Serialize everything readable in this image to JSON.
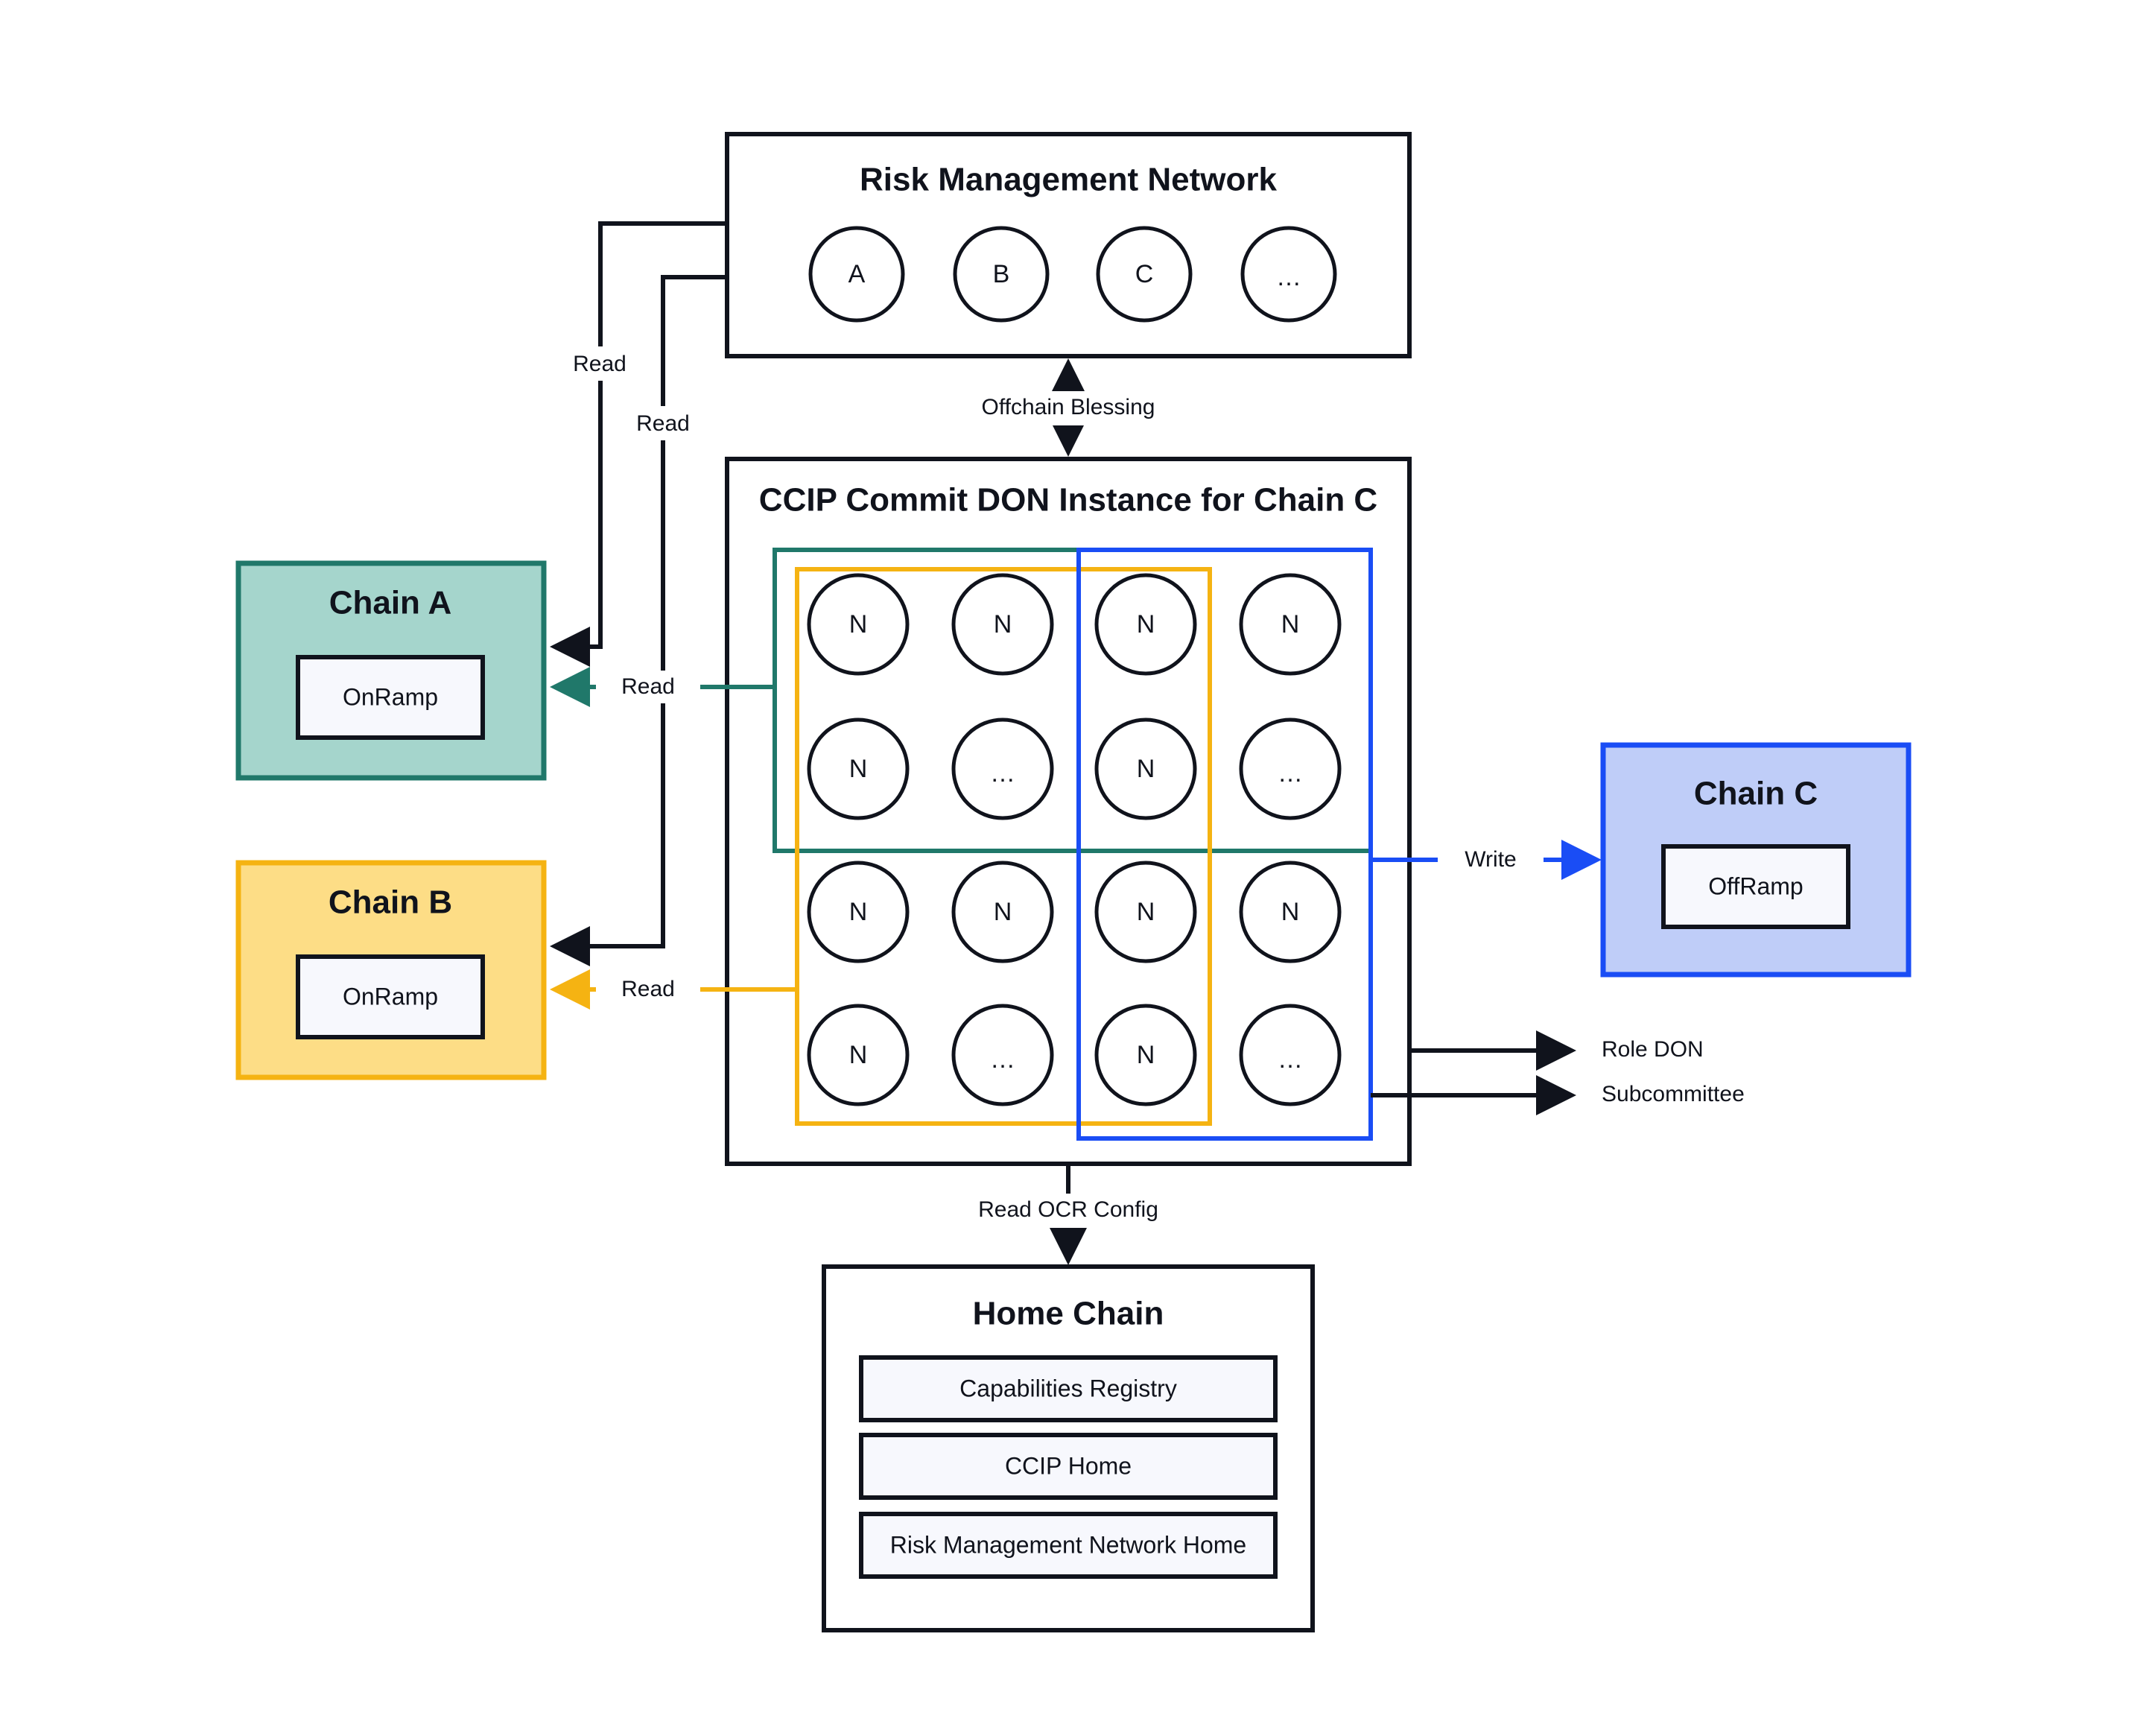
{
  "colors": {
    "ink": "#10131c",
    "chain_a_fill": "#a5d5cc",
    "chain_a_stroke": "#20786a",
    "chain_b_fill": "#fddd86",
    "chain_b_stroke": "#f5b312",
    "chain_c_fill": "#bfcdf8",
    "chain_c_stroke": "#1a4df5",
    "inner_fill": "#f7f8fd",
    "teal_group": "#20786a",
    "orange_group": "#f5b312",
    "blue_group": "#1a4df5"
  },
  "risk_management_network": {
    "title": "Risk Management Network",
    "nodes": [
      "A",
      "B",
      "C",
      "…"
    ]
  },
  "commit_don": {
    "title": "CCIP Commit DON Instance for Chain C",
    "node_rows": [
      [
        "N",
        "N",
        "N",
        "N"
      ],
      [
        "N",
        "…",
        "N",
        "…"
      ],
      [
        "N",
        "N",
        "N",
        "N"
      ],
      [
        "N",
        "…",
        "N",
        "…"
      ]
    ]
  },
  "chain_a": {
    "title": "Chain A",
    "contract": "OnRamp"
  },
  "chain_b": {
    "title": "Chain B",
    "contract": "OnRamp"
  },
  "chain_c": {
    "title": "Chain C",
    "contract": "OffRamp"
  },
  "home_chain": {
    "title": "Home Chain",
    "contracts": [
      "Capabilities Registry",
      "CCIP Home",
      "Risk Management Network Home"
    ]
  },
  "edges": {
    "read_rmn_to_chain_a": "Read",
    "read_rmn_to_chain_b": "Read",
    "offchain_blessing": "Offchain Blessing",
    "read_don_to_chain_a": "Read",
    "read_don_to_chain_b": "Read",
    "write_don_to_chain_c": "Write",
    "read_ocr_config": "Read OCR Config"
  },
  "legend": {
    "role_don": "Role DON",
    "subcommittee": "Subcommittee"
  }
}
